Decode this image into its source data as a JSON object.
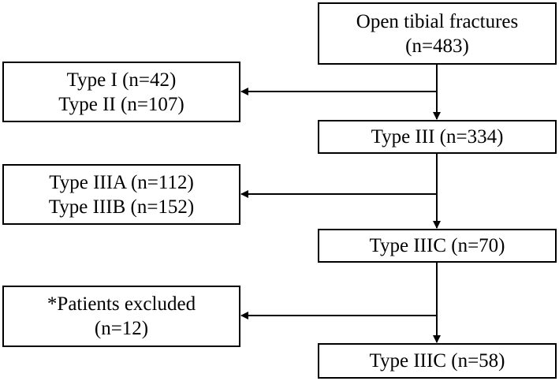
{
  "flowchart": {
    "root": {
      "line1": "Open tibial fractures",
      "line2": "(n=483)"
    },
    "excluded_1": {
      "line1": "Type I (n=42)",
      "line2": "Type II (n=107)"
    },
    "step_2": {
      "line1": "Type III (n=334)"
    },
    "excluded_2": {
      "line1": "Type IIIA (n=112)",
      "line2": "Type IIIB (n=152)"
    },
    "step_3": {
      "line1": "Type IIIC (n=70)"
    },
    "excluded_3": {
      "line1": "*Patients excluded",
      "line2": "(n=12)"
    },
    "final": {
      "line1": "Type IIIC (n=58)"
    }
  }
}
